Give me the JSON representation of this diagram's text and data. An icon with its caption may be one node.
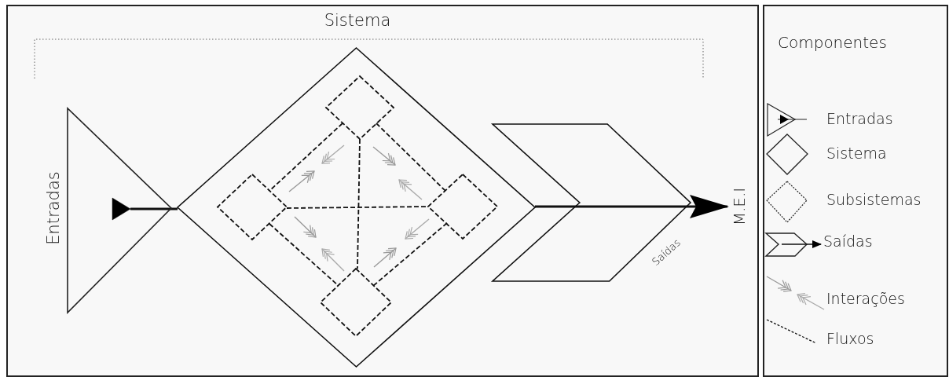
{
  "diagram": {
    "nodes": [
      {
        "text": [
          "Entradas"
        ]
      },
      {
        "text": [],
        "shape": "diamond"
      },
      {
        "text": [],
        "shape": "diamond",
        "in": 1
      },
      {
        "text": [],
        "shape": "diamond",
        "in": 1
      },
      {
        "text": [],
        "shape": "diamond",
        "in": 1
      },
      {
        "text": [],
        "shape": "diamond",
        "in": 1
      },
      {
        "text": [],
        "shape": "chevron",
        "beside": [
          "Saídas"
        ]
      },
      {
        "text": [
          "M.E.I"
        ]
      },
      {
        "text": [],
        "shape": "triangle",
        "in": 0
      }
    ],
    "edges": [
      {
        "from": 8,
        "to": 1,
        "arrow": "none"
      },
      {
        "from": 2,
        "to": 3,
        "arrow": "none",
        "style": "dashed"
      },
      {
        "from": 2,
        "to": 4,
        "arrow": "none",
        "style": "dashed"
      },
      {
        "from": 2,
        "to": 5,
        "arrow": "none",
        "style": "dashed"
      },
      {
        "from": 3,
        "to": 4,
        "arrow": "none",
        "style": "dashed"
      },
      {
        "from": 3,
        "to": 5,
        "arrow": "none",
        "style": "dashed"
      },
      {
        "from": 4,
        "to": 5,
        "arrow": "none",
        "style": "dashed"
      },
      {
        "from": 1,
        "to": 6,
        "arrow": "none"
      },
      {
        "from": 6,
        "to": 7,
        "arrow": "to"
      }
    ],
    "labels": [
      "Sistema",
      "Componentes"
    ],
    "legend": [
      {
        "text": "Entradas"
      },
      {
        "text": "Sistema"
      },
      {
        "text": "Subsistemas"
      },
      {
        "text": "Saídas"
      },
      {
        "text": "Interações"
      },
      {
        "text": "Fluxos"
      }
    ]
  }
}
